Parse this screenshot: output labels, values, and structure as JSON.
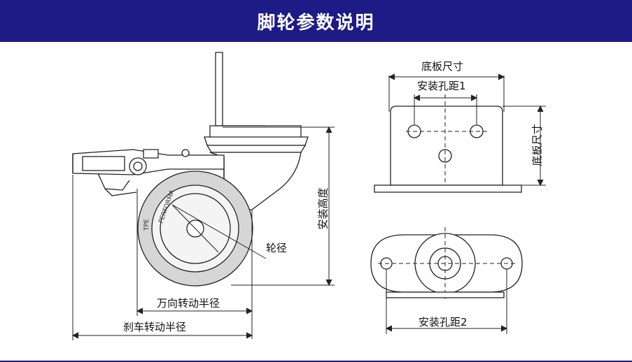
{
  "header": {
    "title": "脚轮参数说明"
  },
  "labels": {
    "install_height": "安装高度",
    "wheel_diameter": "轮径",
    "swivel_radius": "万向转动半径",
    "brake_radius": "刹车转动半径",
    "plate_size_top": "底板尺寸",
    "hole_distance_1": "安装孔距1",
    "plate_size_side": "底板尺寸",
    "hole_distance_2": "安装孔距2"
  },
  "wheel_text": {
    "brand": "PERFORMA",
    "material": "TPE"
  },
  "colors": {
    "header_bg": "#1e1a86",
    "header_text": "#ffffff",
    "line": "#222222",
    "wheel_fill": "#d6d6d6",
    "hub_fill": "#f4f4f4"
  }
}
